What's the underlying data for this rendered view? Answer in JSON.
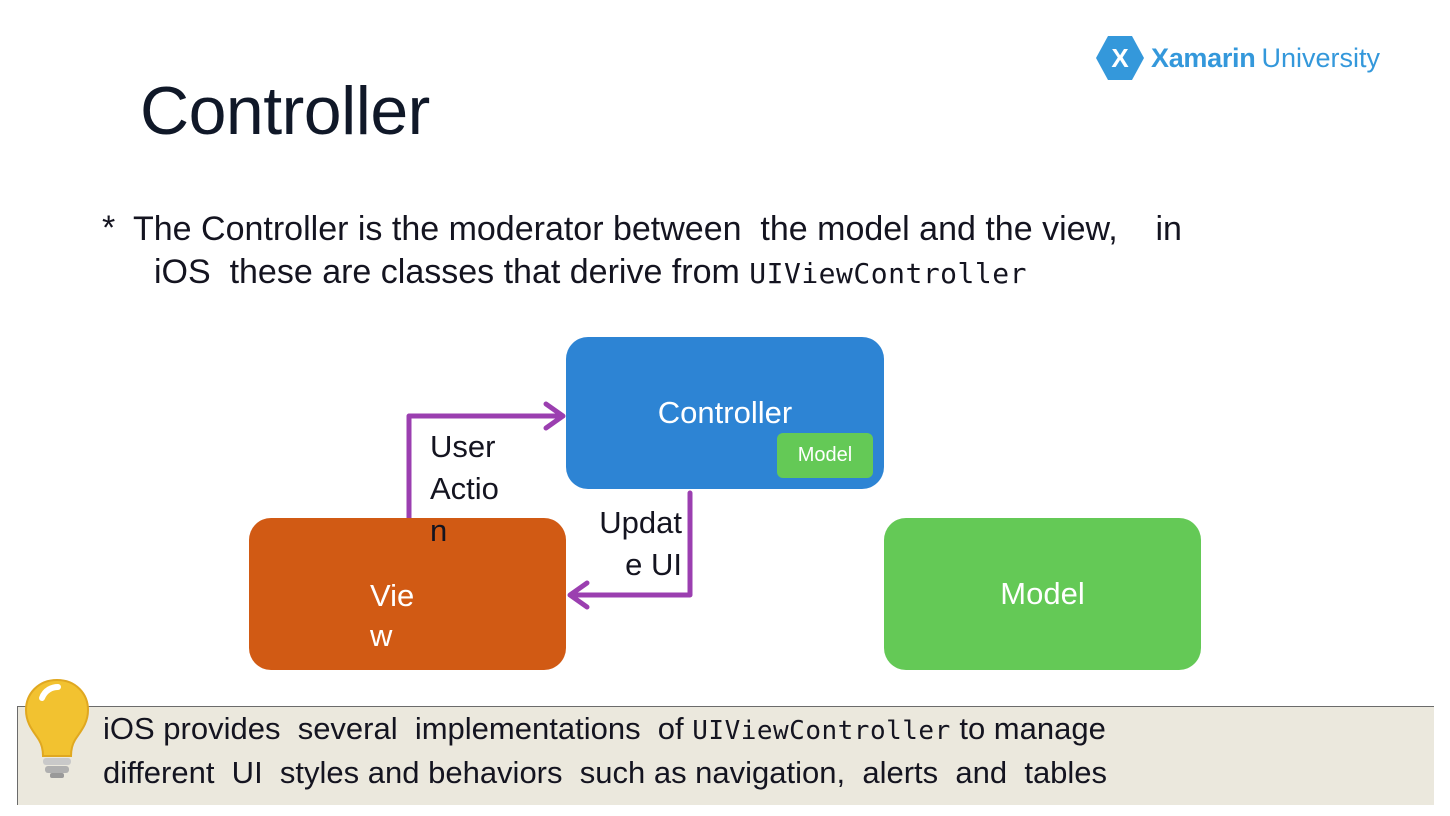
{
  "logo": {
    "brand": "Xamarin",
    "sub": "University",
    "mark": "X",
    "icon": "xamarin-hexagon-icon"
  },
  "title": "Controller",
  "bullet": {
    "marker": "*",
    "line1": "The Controller is the moderator between  the model and the view,    in",
    "line2_text": "iOS  these are classes that derive from ",
    "line2_code": "UIViewController"
  },
  "diagram": {
    "controller_label": "Controller",
    "controller_model_label": "Model",
    "view_label": "View",
    "model_label": "Model",
    "user_action_label": "User Action",
    "update_ui_label": "Update UI"
  },
  "tip": {
    "icon": "lightbulb-icon",
    "line1_a": "iOS provides  several  implementations  of ",
    "line1_code": "UIViewController",
    "line1_b": " to manage",
    "line2": "different  UI  styles and behaviors  such as navigation,  alerts  and  tables"
  },
  "colors": {
    "controller": "#2d84d4",
    "view": "#d15a14",
    "model": "#64c956",
    "arrow": "#9b3fb0",
    "brand": "#3498db",
    "tip_bg": "#ebe8dd",
    "bulb": "#f2c230"
  }
}
